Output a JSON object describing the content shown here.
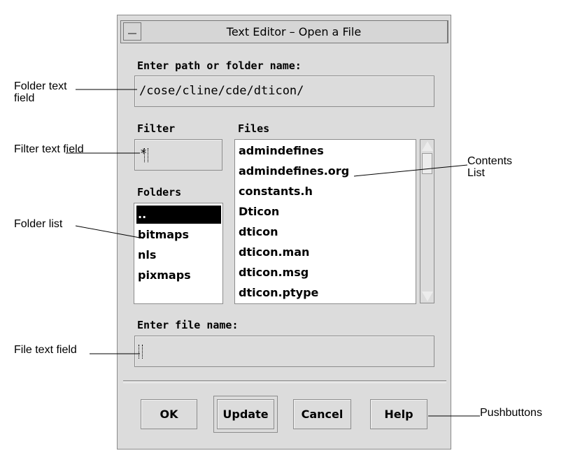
{
  "window": {
    "title": "Text Editor – Open a File"
  },
  "path": {
    "label": "Enter path or folder name:",
    "value": "/cose/cline/cde/dticon/"
  },
  "filter": {
    "label": "Filter",
    "value": "*"
  },
  "folders": {
    "label": "Folders",
    "items": [
      "..",
      "bitmaps",
      "nls",
      "pixmaps"
    ],
    "selected": ".."
  },
  "files": {
    "label": "Files",
    "items": [
      "admindefines",
      "admindefines.org",
      "constants.h",
      "Dticon",
      "dticon",
      "dticon.man",
      "dticon.msg",
      "dticon.ptype"
    ]
  },
  "file_name": {
    "label": "Enter file name:",
    "value": ""
  },
  "buttons": {
    "ok": "OK",
    "update": "Update",
    "cancel": "Cancel",
    "help": "Help"
  },
  "callouts": {
    "folder_text_field": "Folder text field",
    "filter_text_field": "Filter text field",
    "folder_list": "Folder list",
    "file_text_field": "File text field",
    "contents_list": "Contents List",
    "pushbuttons": "Pushbuttons"
  }
}
